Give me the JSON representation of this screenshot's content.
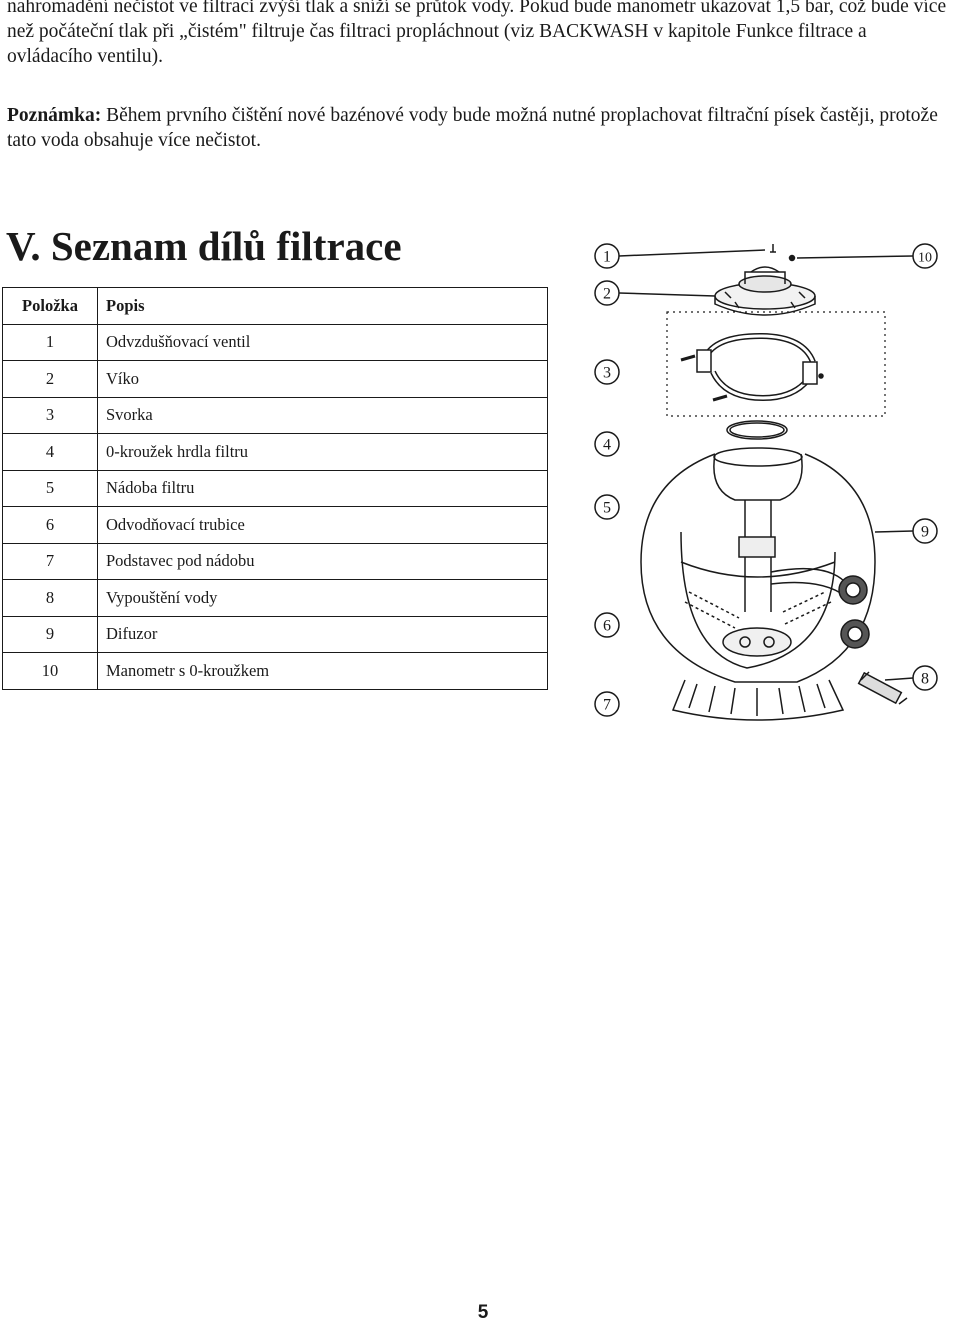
{
  "intro": {
    "text": "nahromadění nečistot ve filtraci zvýší tlak a sníží se průtok vody. Pokud bude manometr ukazovat 1,5 bar, což bude více než počáteční tlak při „čistém\" filtruje čas filtraci propláchnout (viz BACKWASH v kapitole Funkce filtrace a ovládacího ventilu)."
  },
  "note": {
    "label": "Poznámka:",
    "text": " Během prvního čištění nové bazénové vody bude možná nutné proplachovat filtrační písek častěji, protože tato voda obsahuje více nečistot."
  },
  "section": {
    "title": "V. Seznam dílů filtrace"
  },
  "parts_table": {
    "headers": [
      "Položka",
      "Popis"
    ],
    "rows": [
      [
        "1",
        "Odvzdušňovací ventil"
      ],
      [
        "2",
        "Víko"
      ],
      [
        "3",
        "Svorka"
      ],
      [
        "4",
        "0-kroužek hrdla filtru"
      ],
      [
        "5",
        "Nádoba filtru"
      ],
      [
        "6",
        "Odvodňovací trubice"
      ],
      [
        "7",
        "Podstavec pod nádobu"
      ],
      [
        "8",
        "Vypouštění vody"
      ],
      [
        "9",
        "Difuzor"
      ],
      [
        "10",
        "Manometr s 0-kroužkem"
      ]
    ]
  },
  "diagram": {
    "callouts": [
      "1",
      "2",
      "3",
      "4",
      "5",
      "6",
      "7",
      "8",
      "9",
      "10"
    ]
  },
  "footer": {
    "page_number": "5"
  }
}
